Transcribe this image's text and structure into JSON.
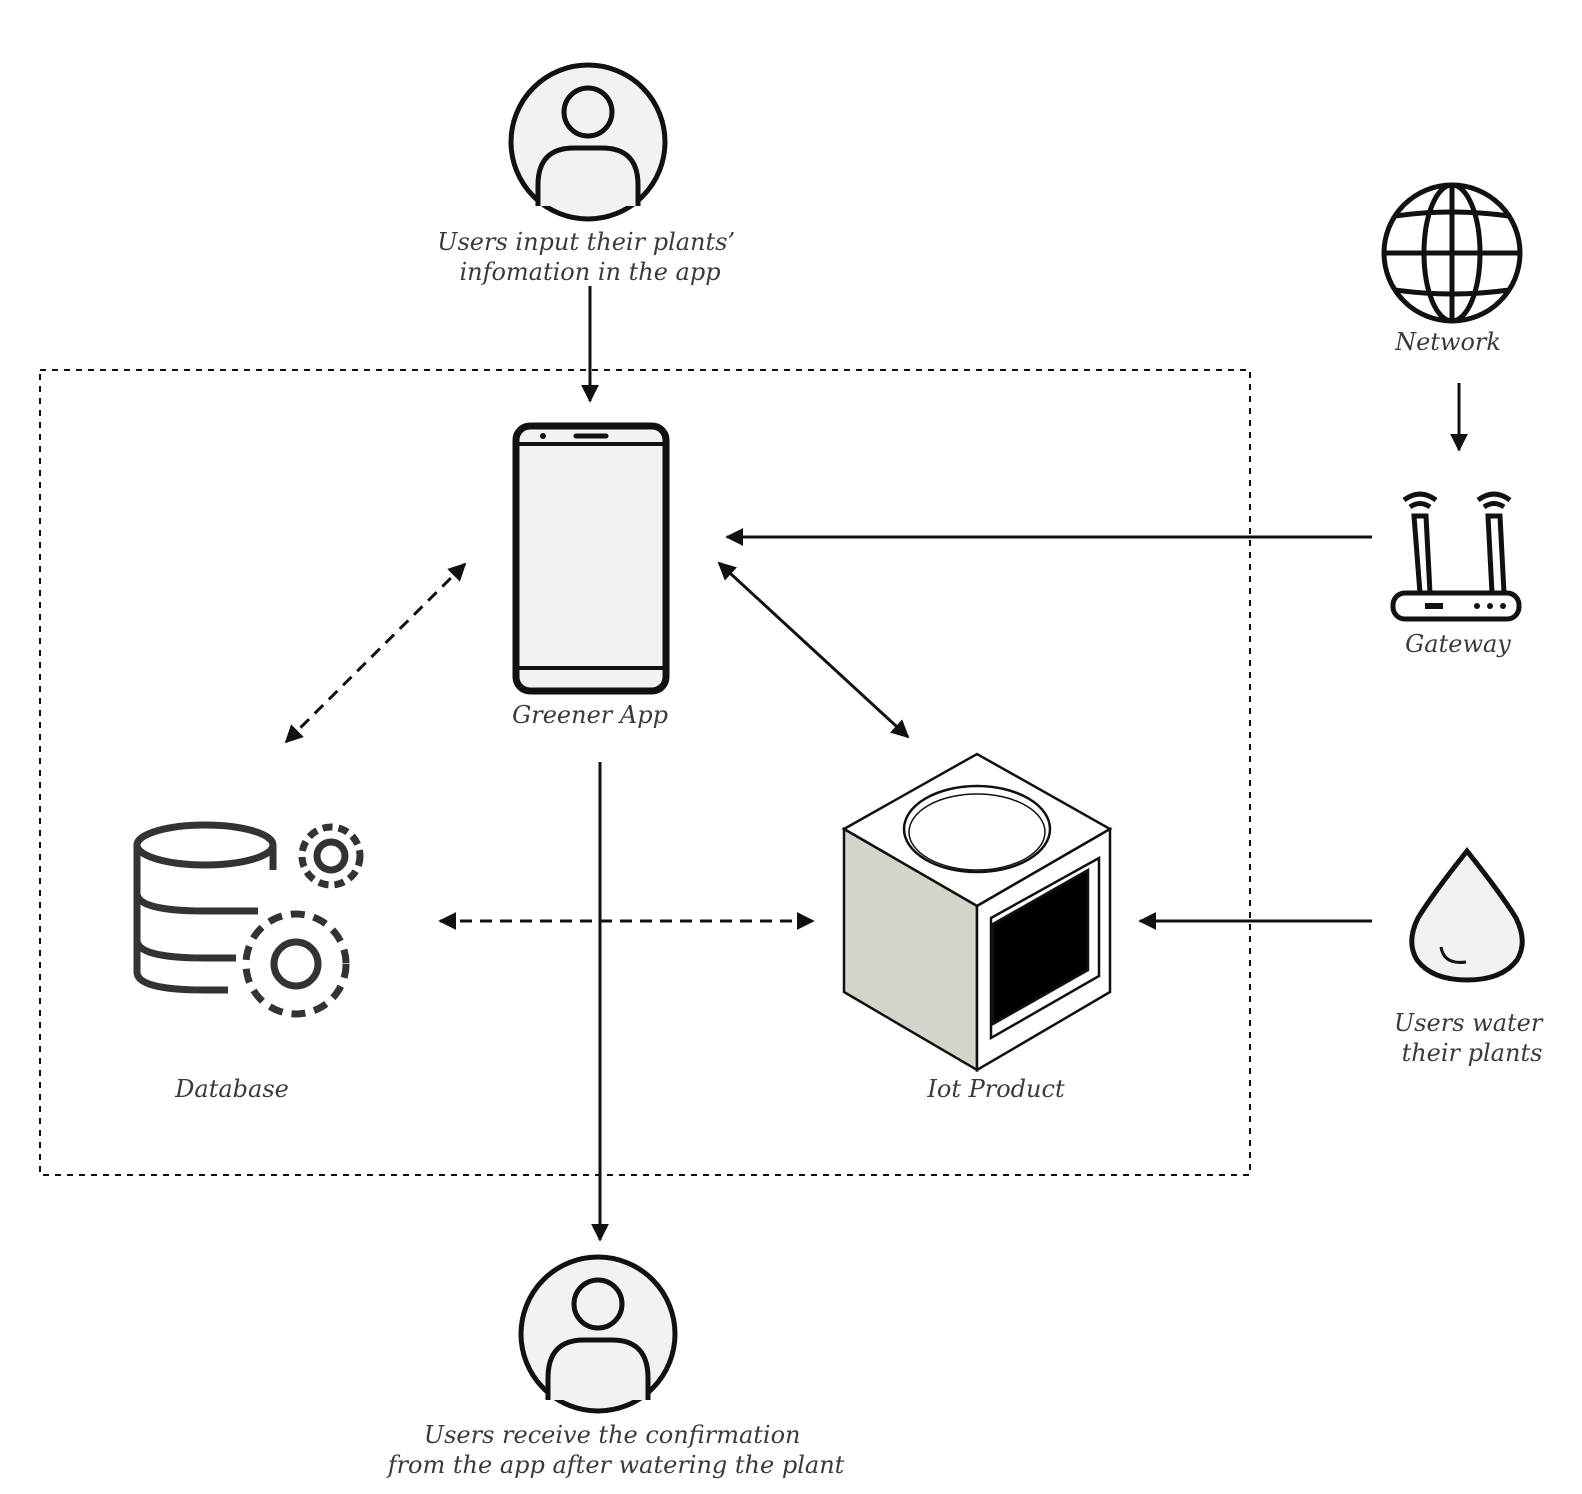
{
  "nodes": {
    "user_top": {
      "label_lines": [
        "Users input their plants’",
        "infomation in the app"
      ],
      "icon": "user-icon"
    },
    "network": {
      "label": "Network",
      "icon": "globe-icon"
    },
    "gateway": {
      "label": "Gateway",
      "icon": "router-icon"
    },
    "greener_app": {
      "label": "Greener App",
      "icon": "smartphone-icon"
    },
    "database": {
      "label": "Database",
      "icon": "database-gears-icon"
    },
    "iot_product": {
      "label": "Iot Product",
      "icon": "cube-device-icon"
    },
    "water": {
      "label_lines": [
        "Users water",
        "their plants"
      ],
      "icon": "water-drop-icon"
    },
    "user_bottom": {
      "label_lines": [
        "Users receive the confirmation",
        "from the app after watering the plant"
      ],
      "icon": "user-icon"
    }
  },
  "colors": {
    "line": "#111111",
    "text": "#3a3a3a",
    "cube_side": "#d6d3c8",
    "cube_face": "#ffffff",
    "cube_window": "#000000",
    "icon_fill": "#f2f2f2"
  }
}
